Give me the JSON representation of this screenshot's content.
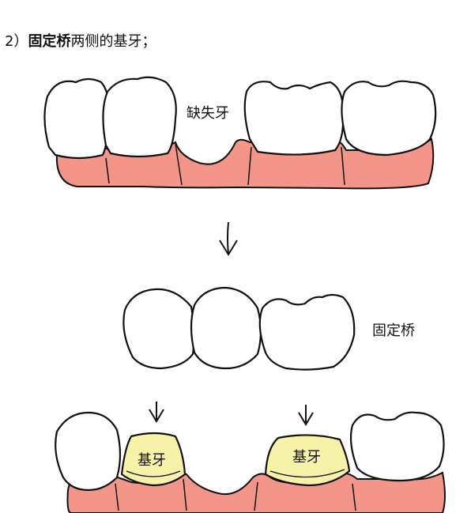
{
  "heading": {
    "number": "2）",
    "bold_text": "固定桥",
    "rest_text": "两侧的基牙；"
  },
  "labels": {
    "missing_tooth": "缺失牙",
    "fixed_bridge": "固定桥",
    "abutment_left": "基牙",
    "abutment_right": "基牙"
  },
  "colors": {
    "gum": "#f4958a",
    "tooth": "#ffffff",
    "outline": "#111111",
    "abutment": "#f6f2a7"
  }
}
